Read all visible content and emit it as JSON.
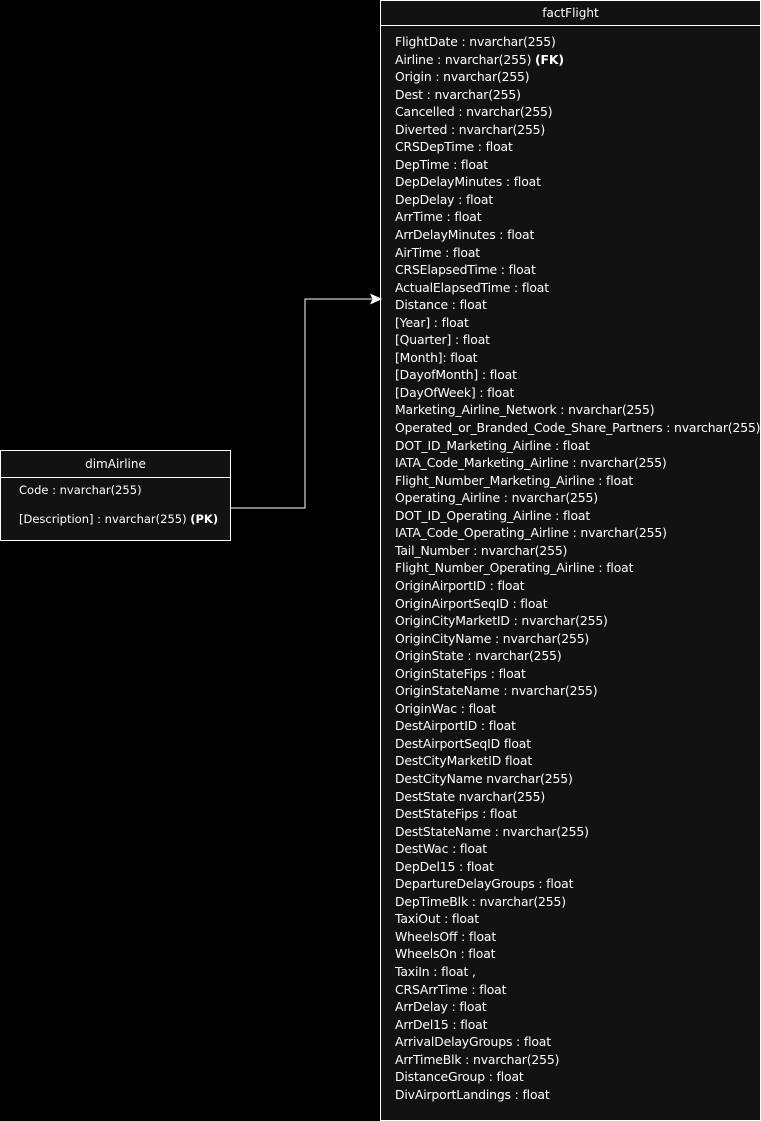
{
  "diagram": {
    "colors": {
      "background": "#000000",
      "entity_fill": "#121212",
      "border": "#ffffff",
      "text": "#ffffff"
    },
    "fact_table": {
      "title": "factFlight",
      "fields": [
        {
          "text": "FlightDate : nvarchar(255)",
          "tag": ""
        },
        {
          "text": "Airline : nvarchar(255) ",
          "tag": "(FK)"
        },
        {
          "text": "Origin : nvarchar(255)",
          "tag": ""
        },
        {
          "text": "Dest : nvarchar(255)",
          "tag": ""
        },
        {
          "text": "Cancelled : nvarchar(255)",
          "tag": ""
        },
        {
          "text": "Diverted : nvarchar(255)",
          "tag": ""
        },
        {
          "text": "CRSDepTime : float",
          "tag": ""
        },
        {
          "text": "DepTime : float",
          "tag": ""
        },
        {
          "text": "DepDelayMinutes : float",
          "tag": ""
        },
        {
          "text": "DepDelay : float",
          "tag": ""
        },
        {
          "text": "ArrTime : float",
          "tag": ""
        },
        {
          "text": "ArrDelayMinutes : float",
          "tag": ""
        },
        {
          "text": "AirTime : float",
          "tag": ""
        },
        {
          "text": "CRSElapsedTime : float",
          "tag": ""
        },
        {
          "text": "ActualElapsedTime : float",
          "tag": ""
        },
        {
          "text": "Distance : float",
          "tag": ""
        },
        {
          "text": "[Year] : float",
          "tag": ""
        },
        {
          "text": "[Quarter] : float",
          "tag": ""
        },
        {
          "text": "[Month]: float",
          "tag": ""
        },
        {
          "text": "[DayofMonth] : float",
          "tag": ""
        },
        {
          "text": "[DayOfWeek] : float",
          "tag": ""
        },
        {
          "text": "Marketing_Airline_Network : nvarchar(255)",
          "tag": ""
        },
        {
          "text": "Operated_or_Branded_Code_Share_Partners : nvarchar(255)",
          "tag": ""
        },
        {
          "text": "DOT_ID_Marketing_Airline : float",
          "tag": ""
        },
        {
          "text": "IATA_Code_Marketing_Airline : nvarchar(255)",
          "tag": ""
        },
        {
          "text": "Flight_Number_Marketing_Airline : float",
          "tag": ""
        },
        {
          "text": "Operating_Airline : nvarchar(255)",
          "tag": ""
        },
        {
          "text": "DOT_ID_Operating_Airline : float",
          "tag": ""
        },
        {
          "text": "IATA_Code_Operating_Airline : nvarchar(255)",
          "tag": ""
        },
        {
          "text": "Tail_Number : nvarchar(255)",
          "tag": ""
        },
        {
          "text": "Flight_Number_Operating_Airline : float",
          "tag": ""
        },
        {
          "text": "OriginAirportID : float",
          "tag": ""
        },
        {
          "text": "OriginAirportSeqID : float",
          "tag": ""
        },
        {
          "text": "OriginCityMarketID : nvarchar(255)",
          "tag": ""
        },
        {
          "text": "OriginCityName : nvarchar(255)",
          "tag": ""
        },
        {
          "text": "OriginState : nvarchar(255)",
          "tag": ""
        },
        {
          "text": "OriginStateFips : float",
          "tag": ""
        },
        {
          "text": "OriginStateName : nvarchar(255)",
          "tag": ""
        },
        {
          "text": "OriginWac : float",
          "tag": ""
        },
        {
          "text": "DestAirportID : float",
          "tag": ""
        },
        {
          "text": "DestAirportSeqID float",
          "tag": ""
        },
        {
          "text": "DestCityMarketID float",
          "tag": ""
        },
        {
          "text": "DestCityName nvarchar(255)",
          "tag": ""
        },
        {
          "text": "DestState nvarchar(255)",
          "tag": ""
        },
        {
          "text": "DestStateFips : float",
          "tag": ""
        },
        {
          "text": "DestStateName : nvarchar(255)",
          "tag": ""
        },
        {
          "text": "DestWac : float",
          "tag": ""
        },
        {
          "text": "DepDel15 : float",
          "tag": ""
        },
        {
          "text": "DepartureDelayGroups : float",
          "tag": ""
        },
        {
          "text": "DepTimeBlk : nvarchar(255)",
          "tag": ""
        },
        {
          "text": "TaxiOut : float",
          "tag": ""
        },
        {
          "text": "WheelsOff : float",
          "tag": ""
        },
        {
          "text": "WheelsOn : float",
          "tag": ""
        },
        {
          "text": "TaxiIn : float ,",
          "tag": ""
        },
        {
          "text": "CRSArrTime : float",
          "tag": ""
        },
        {
          "text": "ArrDelay : float",
          "tag": ""
        },
        {
          "text": "ArrDel15 : float",
          "tag": ""
        },
        {
          "text": "ArrivalDelayGroups : float",
          "tag": ""
        },
        {
          "text": "ArrTimeBlk : nvarchar(255)",
          "tag": ""
        },
        {
          "text": "DistanceGroup : float",
          "tag": ""
        },
        {
          "text": "DivAirportLandings : float",
          "tag": ""
        }
      ]
    },
    "dim_table": {
      "title": "dimAirline",
      "fields": [
        {
          "text": "Code : nvarchar(255)",
          "tag": ""
        },
        {
          "text": "[Description] : nvarchar(255)  ",
          "tag": "(PK)"
        }
      ]
    }
  }
}
